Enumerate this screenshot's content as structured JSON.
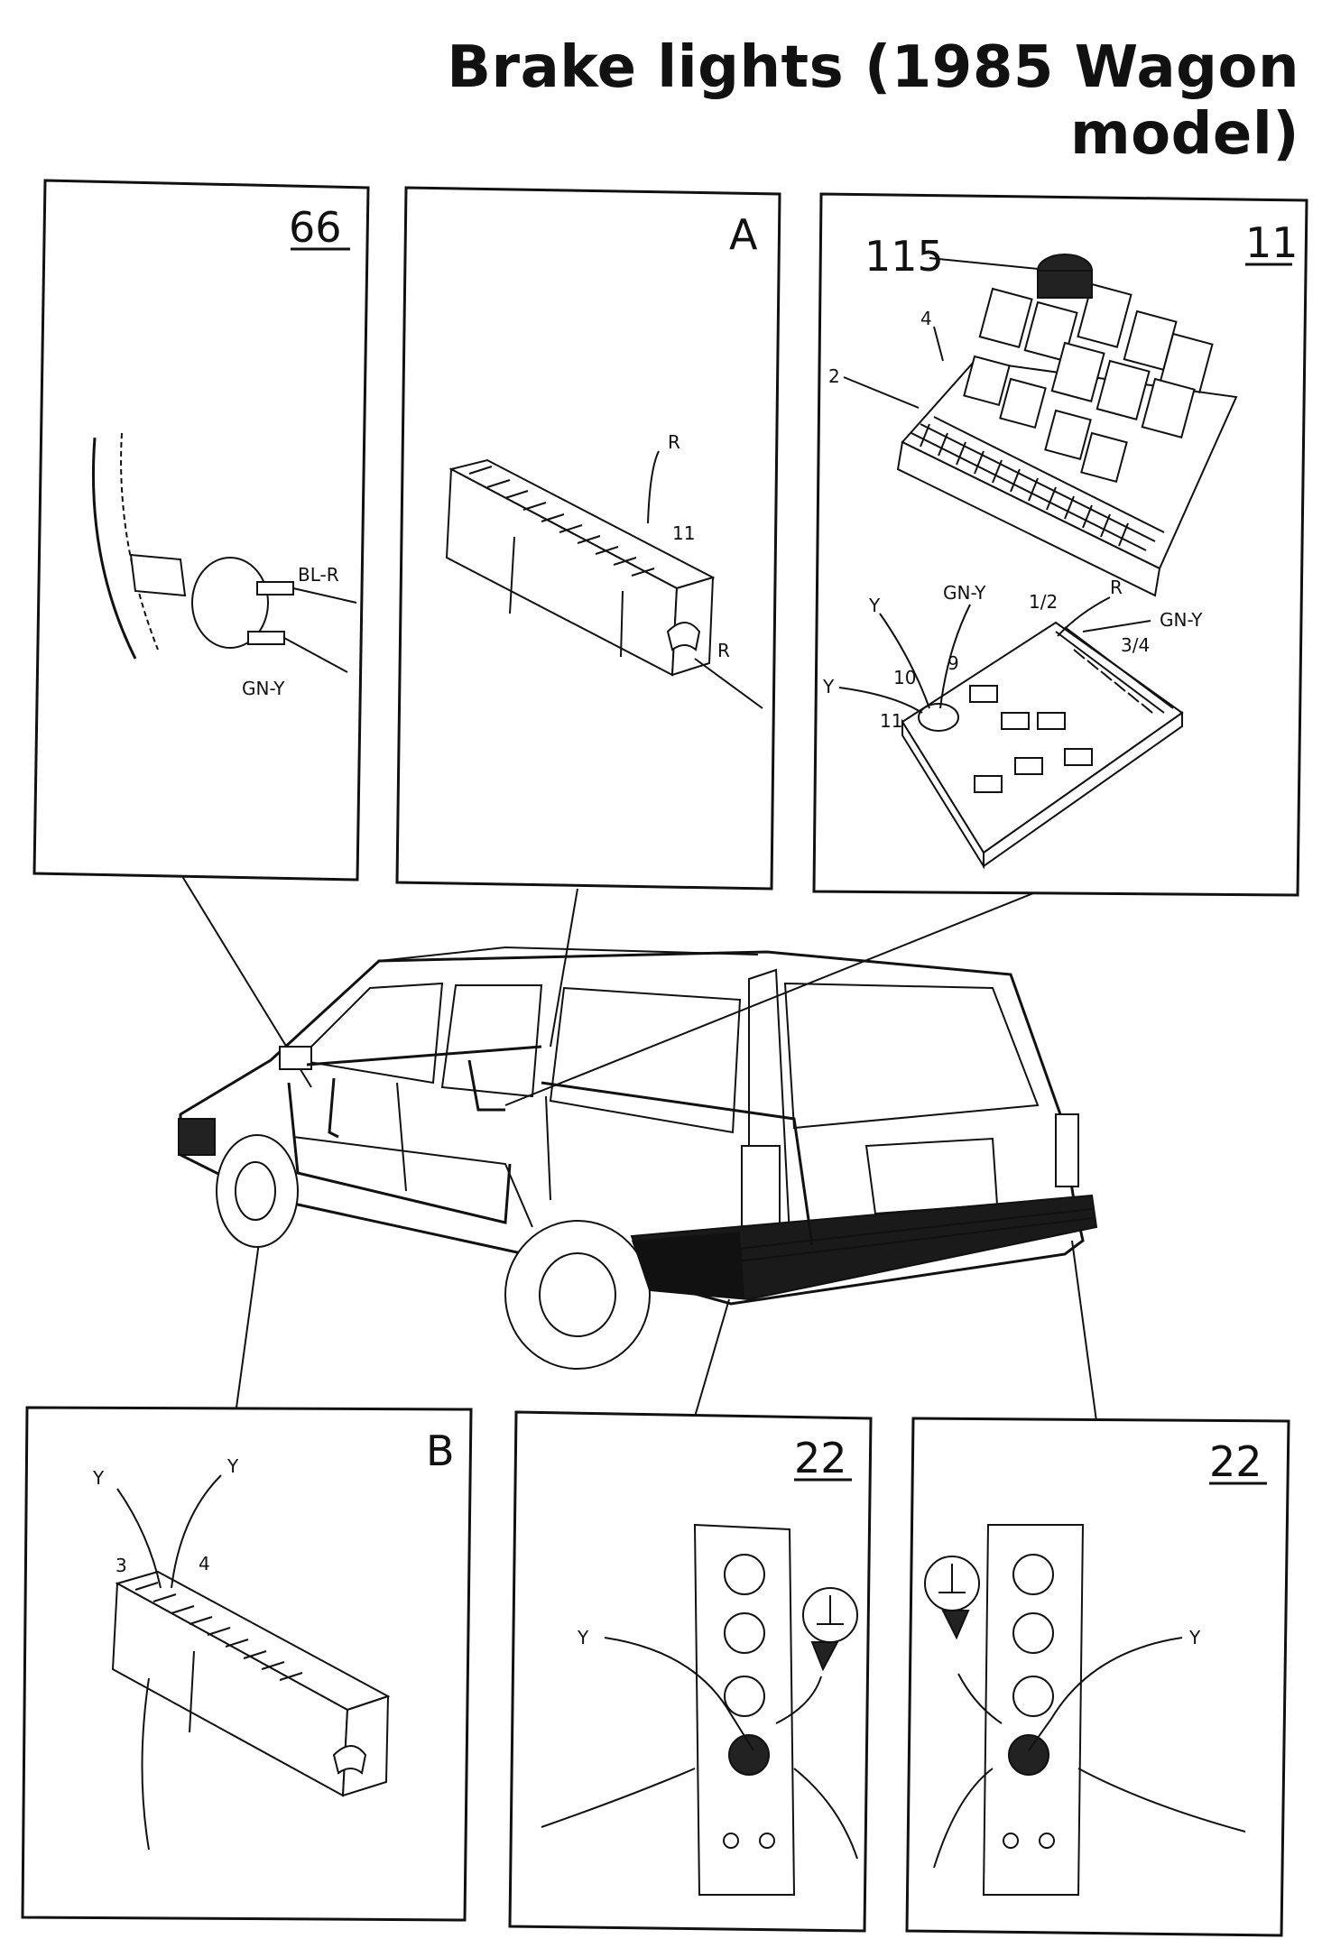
{
  "title": "Brake lights (1985 Wagon model)",
  "panels": {
    "p66": {
      "id": "66",
      "wires": [
        "BL-R",
        "GN-Y"
      ]
    },
    "pA": {
      "id": "A",
      "wires": [
        "R",
        "R"
      ],
      "pin": "11"
    },
    "p11": {
      "id": "11",
      "callouts": [
        "115",
        "4",
        "2"
      ],
      "wires": [
        "Y",
        "GN-Y",
        "R",
        "GN-Y",
        "Y"
      ],
      "pins": [
        "1/2",
        "3/4",
        "10",
        "9",
        "11"
      ]
    },
    "pB": {
      "id": "B",
      "wires": [
        "Y",
        "Y"
      ],
      "pins": [
        "3",
        "4"
      ]
    },
    "p22L": {
      "id": "22",
      "wire": "Y"
    },
    "p22R": {
      "id": "22",
      "wire": "Y"
    }
  }
}
